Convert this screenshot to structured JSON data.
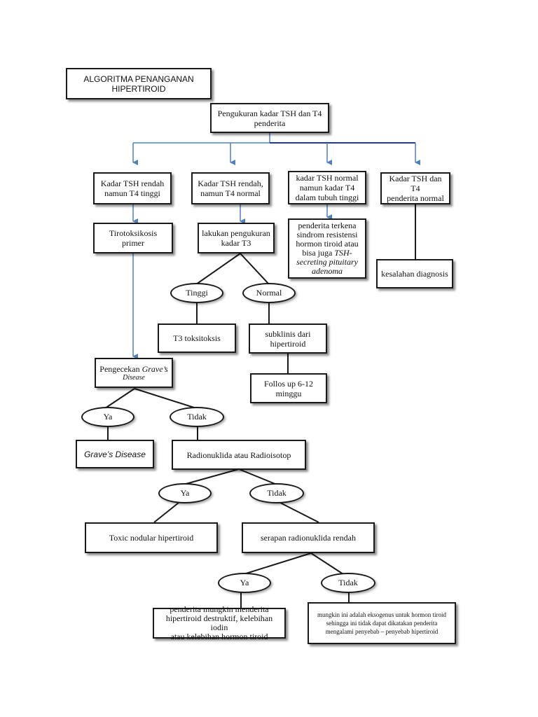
{
  "title": {
    "line1": "ALGORITMA PENANGANAN",
    "line2": "HIPERTIROID"
  },
  "nodes": {
    "measure": {
      "line1": "Pengukuran kadar TSH dan T4",
      "line2": "penderita"
    },
    "b1": {
      "line1": "Kadar TSH rendah",
      "line2": "namun T4 tinggi"
    },
    "b2": {
      "line1": "Kadar TSH rendah,",
      "line2": "namun T4 normal"
    },
    "b3": {
      "line1": "kadar TSH normal",
      "line2": "namun kadar T4",
      "line3": "dalam tubuh tinggi"
    },
    "b4": {
      "line1": "Kadar TSH dan T4",
      "line2": "penderita normal"
    },
    "tirotoksikosis": "Tirotoksikosis primer",
    "t3measure": {
      "line1": "lakukan pengukuran",
      "line2": "kadar T3"
    },
    "resistensi": {
      "line1": "penderita terkena",
      "line2": "sindrom resistensi",
      "line3": "hormon tiroid atau",
      "line4a": "bisa juga ",
      "line4b": "TSH-",
      "line5": "secreting pituitary",
      "line6": "adenoma"
    },
    "kesalahan": "kesalahan diagnosis",
    "tinggi": "Tinggi",
    "normal": "Normal",
    "t3tox": "T3 toksitoksis",
    "subklinis": {
      "line1": "subklinis dari",
      "line2": "hipertiroid"
    },
    "follow": {
      "line1": "Follos up 6-12",
      "line2": "minggu"
    },
    "graves_check": {
      "line1": "Pengecekan ",
      "line1b": "Grave’s",
      "line2": "Disease"
    },
    "ya1": "Ya",
    "tidak1": "Tidak",
    "graves": "Grave’s Disease",
    "radionuklida": "Radionuklida atau Radioisotop",
    "ya2": "Ya",
    "tidak2": "Tidak",
    "toxic": "Toxic nodular hipertiroid",
    "serapan": "serapan radionuklida rendah",
    "ya3": "Ya",
    "tidak3": "Tidak",
    "destruktif": {
      "line1": "penderita mungkin menderita",
      "line2": "hipertiroid destruktif, kelebihan iodin",
      "line3": "atau kelebihan hormon tiroid"
    },
    "eksogenus": {
      "line1": "mungkin ini adalah eksogenus untuk hormon tiroid",
      "line2": "sehingga ini tidak dapat dikatakan penderita",
      "line3": "mengalami penyebab – penyebab hipertiroid"
    }
  },
  "colors": {
    "arrow": "#4f81bd",
    "arrow_dark": "#1f3a93",
    "line": "#1a1a1a"
  }
}
